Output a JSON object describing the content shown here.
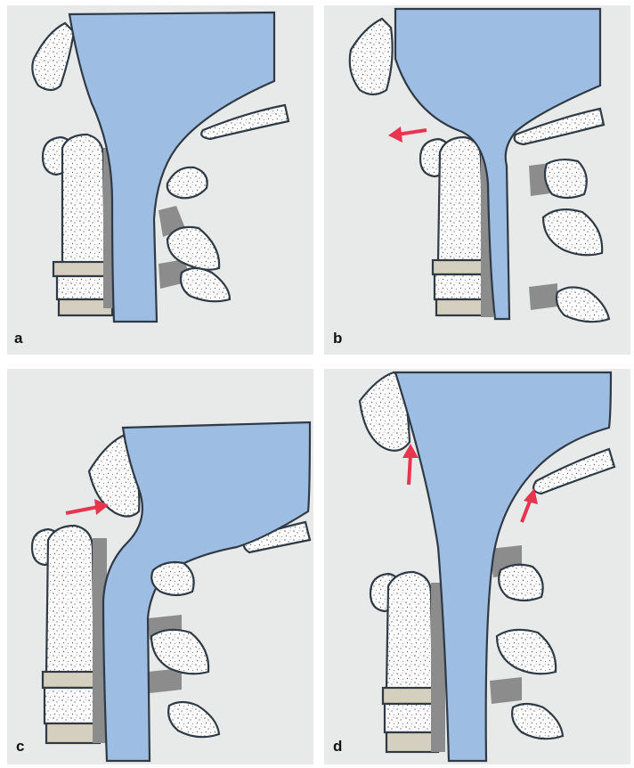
{
  "panels": [
    {
      "label": "a",
      "arrow": "none"
    },
    {
      "label": "b",
      "arrow": "left"
    },
    {
      "label": "c",
      "arrow": "right"
    },
    {
      "label": "d",
      "arrow": "up"
    }
  ],
  "colors": {
    "background": "#e8e9e9",
    "csf": "#9dbde3",
    "bone_fill": "#ffffff",
    "bone_speckle": "#555555",
    "ligament": "#8c8c8c",
    "disc": "#d4cfbe",
    "outline": "#2f3a44",
    "arrow": "#e8354f"
  }
}
